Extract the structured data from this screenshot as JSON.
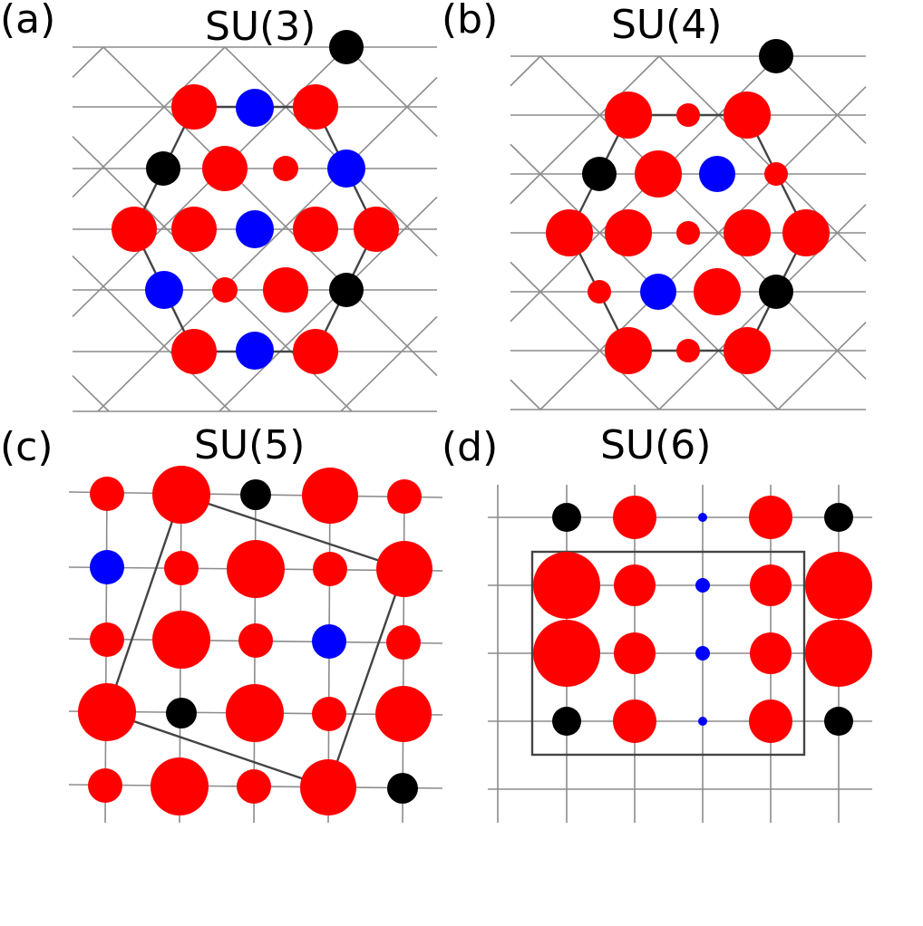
{
  "colors": {
    "red": "#ff0000",
    "blue": "#0000ff",
    "black": "#000000",
    "grid": "#8c8c8c",
    "cell": "#444444"
  },
  "panels": [
    {
      "tag": "(a)",
      "title": "SU(3)",
      "lattice": "triangular",
      "cell": "hexagon"
    },
    {
      "tag": "(b)",
      "title": "SU(4)",
      "lattice": "triangular",
      "cell": "hexagon"
    },
    {
      "tag": "(c)",
      "title": "SU(5)",
      "lattice": "square",
      "cell": "tilted-square"
    },
    {
      "tag": "(d)",
      "title": "SU(6)",
      "lattice": "rectangular",
      "cell": "rectangle"
    }
  ]
}
